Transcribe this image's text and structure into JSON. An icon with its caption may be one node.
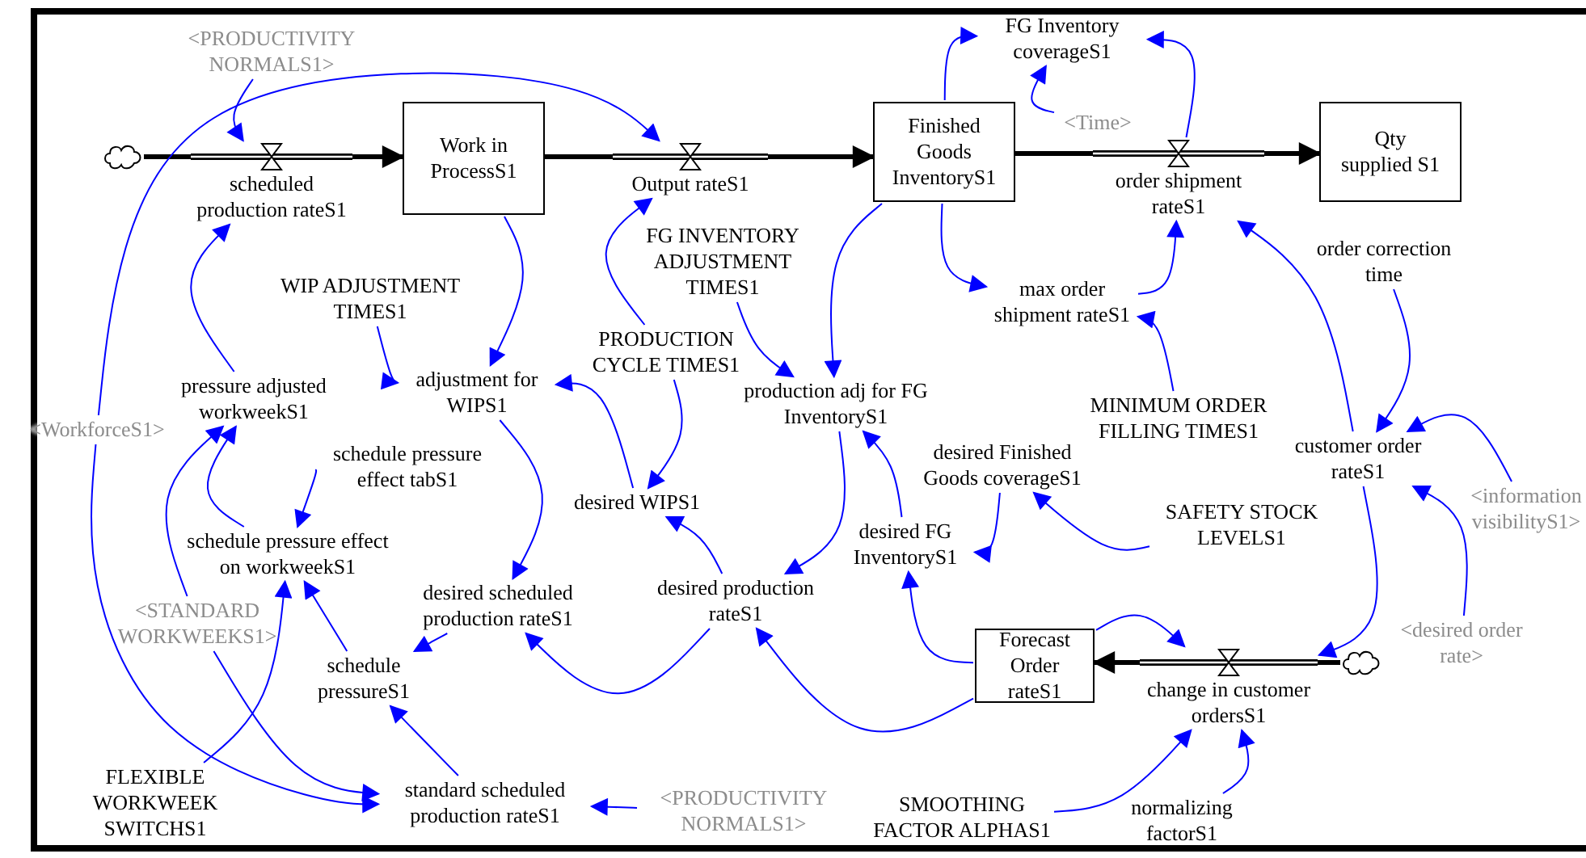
{
  "diagram": {
    "nodes": [
      {
        "text": [
          "<PRODUCTIVITY NORMALS1>"
        ]
      },
      {
        "text": [],
        "shape": "cloud"
      },
      {
        "text": [
          "scheduled production rateS1"
        ]
      },
      {
        "text": [
          "Work in ProcessS1"
        ]
      },
      {
        "text": [
          "Output rateS1"
        ]
      },
      {
        "text": [
          "Finished Goods InventoryS1"
        ]
      },
      {
        "text": [
          "FG Inventory coverageS1"
        ]
      },
      {
        "text": [
          "<Time>"
        ]
      },
      {
        "text": [
          "order shipment rateS1"
        ]
      },
      {
        "text": [
          "Qty supplied S1"
        ]
      },
      {
        "text": [
          "FG INVENTORY ADJUSTMENT TIMES1"
        ]
      },
      {
        "text": [
          "WIP ADJUSTMENT TIMES1"
        ]
      },
      {
        "text": [
          "adjustment for WIPS1"
        ]
      },
      {
        "text": [
          "PRODUCTION CYCLE TIMES1"
        ]
      },
      {
        "text": [
          "production adj for FG InventoryS1"
        ]
      },
      {
        "text": [
          "max order shipment rateS1"
        ]
      },
      {
        "text": [
          "order correction time"
        ]
      },
      {
        "text": [
          "MINIMUM ORDER FILLING TIMES1"
        ]
      },
      {
        "text": [
          "customer order rateS1"
        ]
      },
      {
        "text": [
          "<WorkforceS1>"
        ]
      },
      {
        "text": [
          "pressure adjusted workweekS1"
        ]
      },
      {
        "text": [
          "schedule pressure effect tabS1"
        ]
      },
      {
        "text": [
          "schedule pressure effect on workweekS1"
        ]
      },
      {
        "text": [
          "desired WIPS1"
        ]
      },
      {
        "text": [
          "desired Finished Goods coverageS1"
        ]
      },
      {
        "text": [
          "desired FG InventoryS1"
        ]
      },
      {
        "text": [
          "SAFETY STOCK LEVELS1"
        ]
      },
      {
        "text": [
          "<information visibilityS1>"
        ]
      },
      {
        "text": [
          "<STANDARD WORKWEEKS1>"
        ]
      },
      {
        "text": [
          "desired scheduled production rateS1"
        ]
      },
      {
        "text": [
          "desired production rateS1"
        ]
      },
      {
        "text": [
          "Forecast Order rateS1"
        ]
      },
      {
        "text": [
          "change in customer ordersS1"
        ]
      },
      {
        "text": [],
        "shape": "cloud"
      },
      {
        "text": [
          "<desired order rate>"
        ]
      },
      {
        "text": [
          "schedule pressureS1"
        ]
      },
      {
        "text": [
          "FLEXIBLE WORKWEEK SWITCHS1"
        ]
      },
      {
        "text": [
          "standard scheduled production rateS1"
        ]
      },
      {
        "text": [
          "<PRODUCTIVITY NORMALS1>"
        ]
      },
      {
        "text": [
          "SMOOTHING FACTOR ALPHAS1"
        ]
      },
      {
        "text": [
          "normalizing factorS1"
        ]
      }
    ],
    "edges": [
      {
        "from": 1,
        "to": 2,
        "arrow": "none",
        "style": "thick",
        "color": "#000000"
      },
      {
        "from": 2,
        "to": 3,
        "arrow": "to",
        "style": "thick",
        "color": "#000000"
      },
      {
        "from": 3,
        "to": 4,
        "arrow": "none",
        "style": "thick",
        "color": "#000000"
      },
      {
        "from": 4,
        "to": 5,
        "arrow": "to",
        "style": "thick",
        "color": "#000000"
      },
      {
        "from": 5,
        "to": 8,
        "arrow": "none",
        "style": "thick",
        "color": "#000000"
      },
      {
        "from": 8,
        "to": 9,
        "arrow": "to",
        "style": "thick",
        "color": "#000000"
      },
      {
        "from": 33,
        "to": 32,
        "arrow": "none",
        "style": "thick",
        "color": "#000000"
      },
      {
        "from": 32,
        "to": 31,
        "arrow": "to",
        "style": "thick",
        "color": "#000000"
      },
      {
        "from": 0,
        "to": 2,
        "arrow": "to"
      },
      {
        "from": 19,
        "to": 4,
        "arrow": "to"
      },
      {
        "from": 20,
        "to": 2,
        "arrow": "to"
      },
      {
        "from": 22,
        "to": 20,
        "arrow": "to"
      },
      {
        "from": 28,
        "to": 20,
        "arrow": "to"
      },
      {
        "from": 21,
        "to": 22,
        "arrow": "to"
      },
      {
        "from": 35,
        "to": 22,
        "arrow": "to"
      },
      {
        "from": 36,
        "to": 22,
        "arrow": "to"
      },
      {
        "from": 29,
        "to": 35,
        "arrow": "to"
      },
      {
        "from": 37,
        "to": 35,
        "arrow": "to"
      },
      {
        "from": 38,
        "to": 37,
        "arrow": "to"
      },
      {
        "from": 19,
        "to": 37,
        "arrow": "to"
      },
      {
        "from": 28,
        "to": 37,
        "arrow": "to"
      },
      {
        "from": 12,
        "to": 29,
        "arrow": "to"
      },
      {
        "from": 30,
        "to": 29,
        "arrow": "to"
      },
      {
        "from": 30,
        "to": 23,
        "arrow": "to"
      },
      {
        "from": 13,
        "to": 23,
        "arrow": "to"
      },
      {
        "from": 23,
        "to": 12,
        "arrow": "to"
      },
      {
        "from": 3,
        "to": 12,
        "arrow": "to"
      },
      {
        "from": 11,
        "to": 12,
        "arrow": "to"
      },
      {
        "from": 13,
        "to": 4,
        "arrow": "to"
      },
      {
        "from": 14,
        "to": 30,
        "arrow": "to"
      },
      {
        "from": 31,
        "to": 30,
        "arrow": "to"
      },
      {
        "from": 31,
        "to": 25,
        "arrow": "to"
      },
      {
        "from": 31,
        "to": 32,
        "arrow": "to"
      },
      {
        "from": 25,
        "to": 14,
        "arrow": "to"
      },
      {
        "from": 24,
        "to": 25,
        "arrow": "to"
      },
      {
        "from": 26,
        "to": 24,
        "arrow": "to"
      },
      {
        "from": 18,
        "to": 32,
        "arrow": "to"
      },
      {
        "from": 34,
        "to": 18,
        "arrow": "to"
      },
      {
        "from": 27,
        "to": 18,
        "arrow": "to"
      },
      {
        "from": 16,
        "to": 18,
        "arrow": "to"
      },
      {
        "from": 18,
        "to": 8,
        "arrow": "to"
      },
      {
        "from": 39,
        "to": 32,
        "arrow": "to"
      },
      {
        "from": 40,
        "to": 32,
        "arrow": "to"
      },
      {
        "from": 17,
        "to": 15,
        "arrow": "to"
      },
      {
        "from": 15,
        "to": 8,
        "arrow": "to"
      },
      {
        "from": 5,
        "to": 15,
        "arrow": "to"
      },
      {
        "from": 5,
        "to": 14,
        "arrow": "to"
      },
      {
        "from": 10,
        "to": 14,
        "arrow": "to"
      },
      {
        "from": 5,
        "to": 6,
        "arrow": "to"
      },
      {
        "from": 7,
        "to": 6,
        "arrow": "to"
      },
      {
        "from": 8,
        "to": 6,
        "arrow": "to"
      }
    ]
  }
}
